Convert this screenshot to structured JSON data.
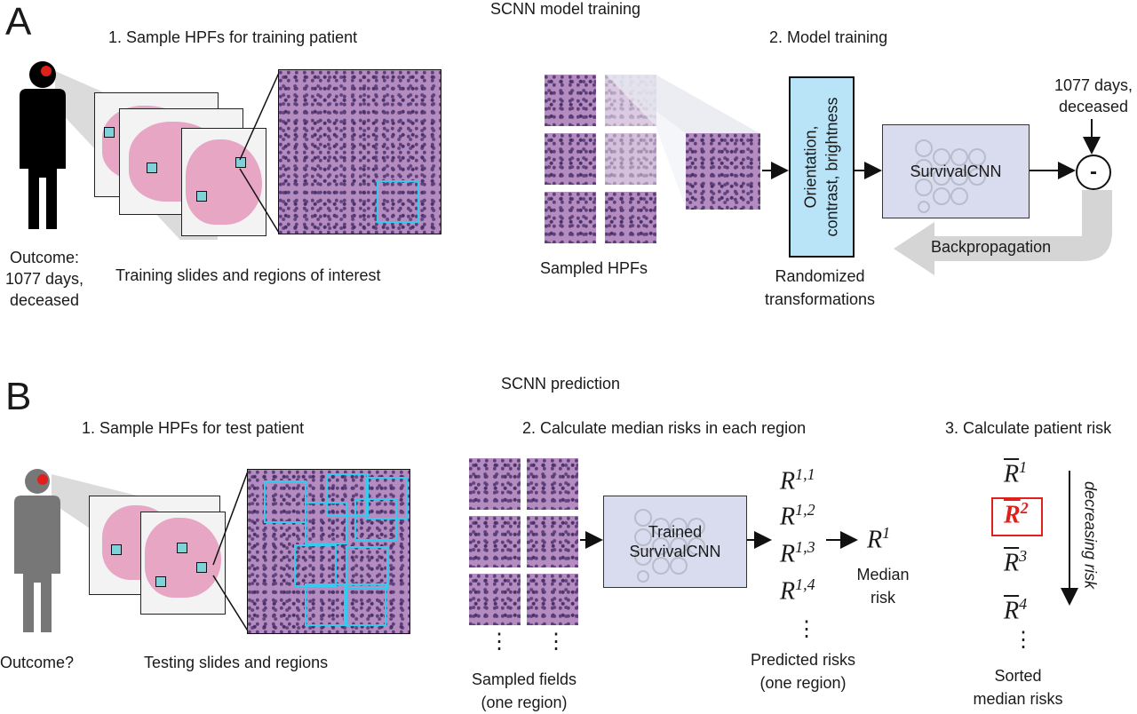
{
  "panelA": {
    "letter": "A",
    "title": "SCNN model training",
    "step1": "1. Sample HPFs for training patient",
    "step2": "2. Model training",
    "outcome_lines": [
      "Outcome:",
      "1077 days,",
      "deceased"
    ],
    "slides_caption": "Training slides and regions of interest",
    "sampled_caption": "Sampled HPFs",
    "transform_box": [
      "Orientation,",
      "contrast, brightness"
    ],
    "transform_caption": [
      "Randomized",
      "transformations"
    ],
    "cnn_label": "SurvivalCNN",
    "target_lines": [
      "1077 days,",
      "deceased"
    ],
    "minus": "-",
    "backprop": "Backpropagation"
  },
  "panelB": {
    "letter": "B",
    "title": "SCNN prediction",
    "step1": "1. Sample HPFs for test patient",
    "step2": "2. Calculate median risks in each region",
    "step3": "3. Calculate patient risk",
    "outcome": "Outcome?",
    "slides_caption": "Testing slides and regions",
    "fields_caption": [
      "Sampled fields",
      "(one region)"
    ],
    "cnn_label": [
      "Trained",
      "SurvivalCNN"
    ],
    "risks": [
      "R",
      "R",
      "R",
      "R"
    ],
    "risk_sup": [
      "1,1",
      "1,2",
      "1,3",
      "1,4"
    ],
    "median_r": "R",
    "median_sup": "1",
    "median_caption": [
      "Median",
      "risk"
    ],
    "predicted_caption": [
      "Predicted risks",
      "(one region)"
    ],
    "sorted": [
      "R",
      "R",
      "R",
      "R"
    ],
    "sorted_sup": [
      "1",
      "2",
      "3",
      "4"
    ],
    "decreasing": "decreasing risk",
    "sorted_caption": [
      "Sorted",
      "median risks"
    ],
    "ellipsis": "⋮"
  },
  "colors": {
    "transform_fill": "#b9e3f7",
    "cnn_fill": "#d9dcef",
    "highlight": "#e0201a",
    "roi_cyan": "#33ccee",
    "patient_train": "#000000",
    "patient_test": "#777777"
  }
}
